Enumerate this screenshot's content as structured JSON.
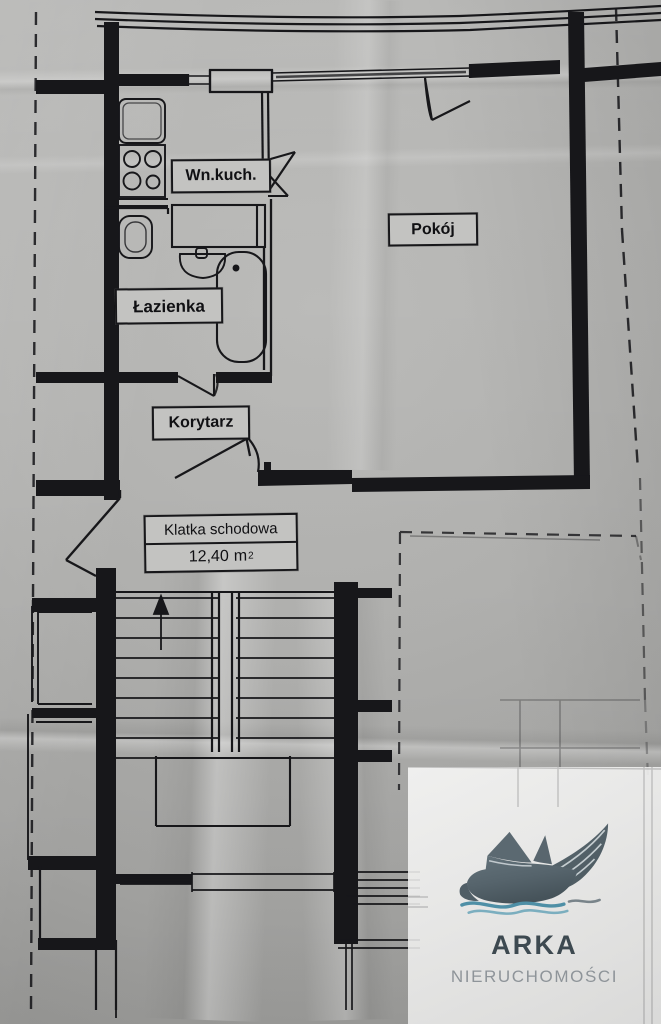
{
  "document": {
    "type": "floor-plan-scan",
    "language": "pl",
    "paper_color": "#b4b4b2",
    "ink_color": "#17171a"
  },
  "plan": {
    "rooms": [
      {
        "key": "kitchenette",
        "label": "Wn.kuch.",
        "area": null
      },
      {
        "key": "bathroom",
        "label": "Łazienka",
        "area": null
      },
      {
        "key": "corridor",
        "label": "Korytarz",
        "area": null
      },
      {
        "key": "room",
        "label": "Pokój",
        "area": null
      },
      {
        "key": "stairwell",
        "label": "Klatka schodowa",
        "area": "12,40 m²"
      }
    ],
    "stairwell": {
      "label": "Klatka schodowa",
      "area_value": "12,40",
      "area_unit": "m",
      "area_exponent": "2",
      "direction_icon": "up-arrow-icon"
    },
    "fixtures": [
      "kitchen-sink-icon",
      "cooktop-four-burner-icon",
      "toilet-icon",
      "washbasin-icon",
      "bathtub-icon",
      "counter-icon"
    ],
    "symbols": {
      "door_swing": "door-swing-icon",
      "window": "window-icon",
      "property_boundary": "dashed-boundary-line"
    }
  },
  "watermark": {
    "brand": "ARKA",
    "subtitle": "NIERUCHOMOŚCI",
    "logo_icon": "ark-boat-icon",
    "hull_color": "#5a6870",
    "wave_color": "#4e8fa6",
    "brand_color": "#3d4950",
    "subtitle_color": "#8e9499",
    "panel_color": "#f3f3f2"
  }
}
